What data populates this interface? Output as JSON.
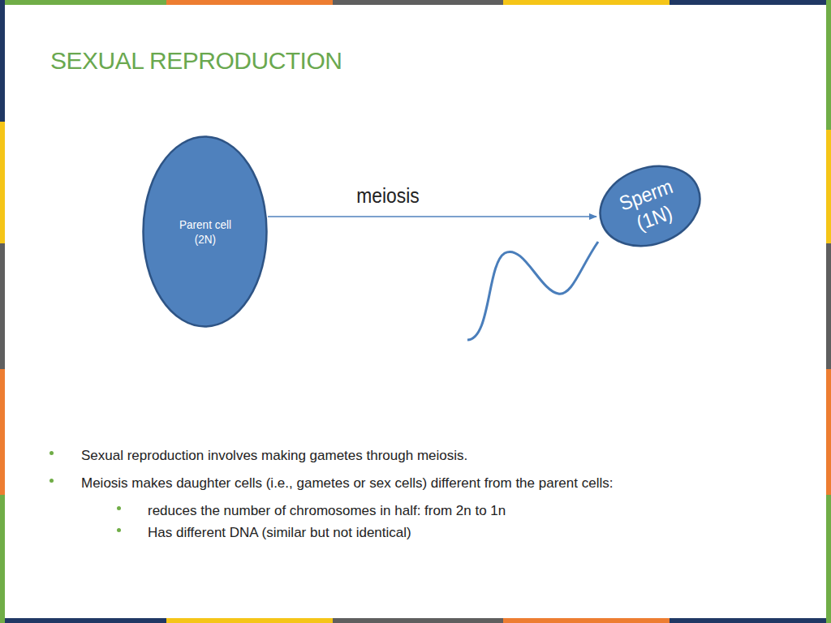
{
  "diagram": {
    "title": "SEXUAL REPRODUCTION",
    "nodes": [
      {
        "text": [
          "Parent cell (2N)"
        ]
      },
      {
        "text": [
          "Sperm (1N)"
        ]
      }
    ],
    "edges": [
      {
        "from": 0,
        "to": 1,
        "label": "meiosis",
        "arrow": "to"
      }
    ],
    "labels": [
      "Sexual reproduction involves making gametes through meiosis.",
      "Meiosis makes daughter cells (i.e., gametes or sex cells) different from the parent cells:",
      "reduces the number of chromosomes in half: from 2n to 1n",
      "Has different DNA (similar but not identical)"
    ]
  }
}
